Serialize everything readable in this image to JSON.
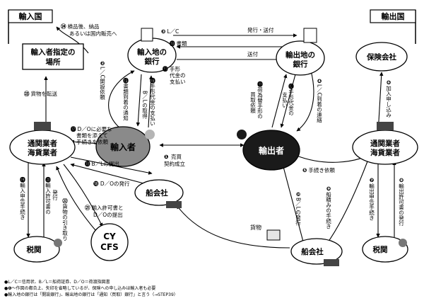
{
  "flags": {
    "import_country": "輸入国",
    "export_country": "輸出国"
  },
  "nodes": {
    "import_bank": [
      "輸入地の",
      "銀行"
    ],
    "export_bank": [
      "輸出地の",
      "銀行"
    ],
    "insurance": "保険会社",
    "designated_place": [
      "輸入者指定の",
      "場所"
    ],
    "importer": "輸入者",
    "exporter": "輸出者",
    "broker_import": [
      "通関業者",
      "海貨業者"
    ],
    "broker_export": [
      "通関業者",
      "海貨業者"
    ],
    "shipping_co_import": "船会社",
    "shipping_co_export": "船会社",
    "customs_import": "税関",
    "customs_export": "税関",
    "cy_cfs": [
      "CY",
      "CFS"
    ],
    "cargo": "貨物"
  },
  "labels": {
    "s1": [
      "❶",
      "売買",
      "契約成立"
    ],
    "s2": [
      "❷",
      "L／C開設依頼"
    ],
    "s3": [
      "❸",
      "L／C"
    ],
    "s4": [
      "❹",
      "L／C到着の連絡"
    ],
    "s5": [
      "❺",
      "手続き依頼"
    ],
    "s6": [
      "❻",
      "加入申し込み"
    ],
    "s7": [
      "❼",
      "輸出申告手続き"
    ],
    "s8": [
      "❽",
      "輸出許可書の発行"
    ],
    "s9": [
      "❾",
      "船積みの手続き"
    ],
    "s10": [
      "❿",
      "B／Lの発行"
    ],
    "s11": [
      "⓫",
      "荷為替手形の",
      "買取依頼"
    ],
    "s12": [
      "⓬",
      "手形代金の",
      "支払い"
    ],
    "s13": [
      "⓭",
      "書類"
    ],
    "s14": [
      "⓮",
      "手形",
      "代金の",
      "支払い"
    ],
    "s15": [
      "⓯",
      "書類到着の通知"
    ],
    "s16": [
      "⓰",
      "手形代金の支払い",
      "B／Lの取得"
    ],
    "s17": [
      "⓱",
      "D／Oに必要な",
      "書類を添えて",
      "手続きを依頼"
    ],
    "s18": [
      "⓲",
      "B／Lの提出"
    ],
    "s19": [
      "⓳",
      "輸入申告手続き"
    ],
    "s20": [
      "⓴",
      "輸入許可書の",
      "発行"
    ],
    "s21": [
      "㉑",
      "輸入許可書と",
      "D／Oの提出"
    ],
    "s22": [
      "㉒",
      "貨物の引き取り"
    ],
    "s23": [
      "㉓",
      "貨物を転送"
    ],
    "s24": [
      "㉔",
      "検品後、納品",
      "あるいは国内販売へ"
    ],
    "s25": "発行・送付",
    "s26": "送付",
    "s27": "⓲ D／Oの発行"
  },
  "footnotes": [
    "●L／C＝信用状、B／L＝船荷証券、D／O＝荷渡指図書",
    "●❻～作図の都合上、矢印を省略しているが、保険への申し込みは輸入者も必要",
    "●輸入地の銀行は「開設銀行」、輸出地の銀行は「通知（買取）銀行」と言う（→STEP39）"
  ]
}
